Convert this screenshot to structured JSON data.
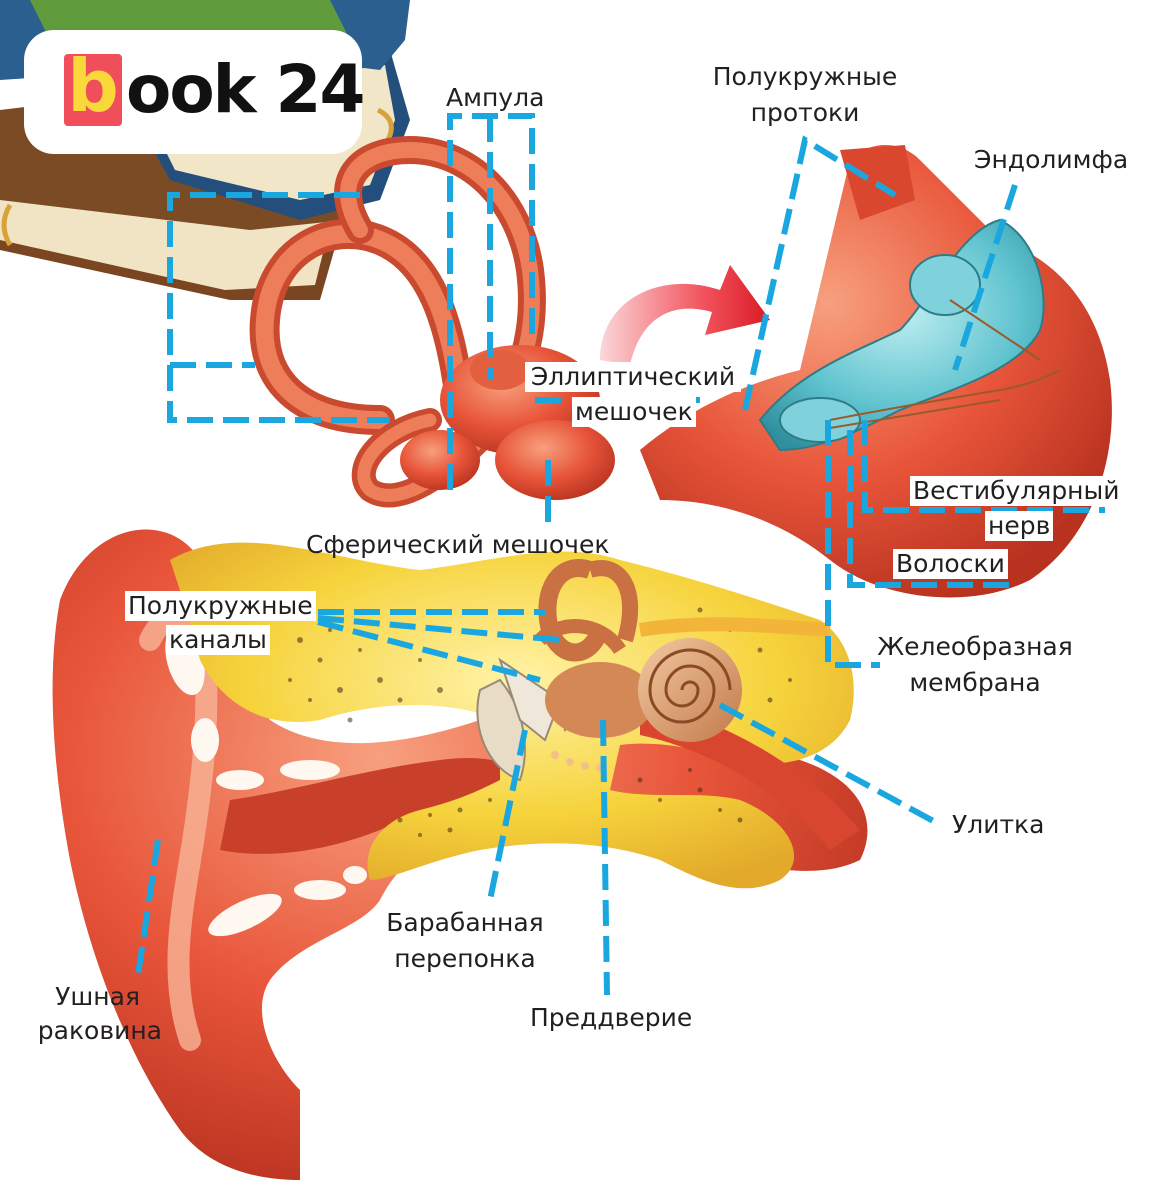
{
  "logo": {
    "letter": "b",
    "rest": "ook 24"
  },
  "labels": {
    "ampulla": "Ампула",
    "semicircular_ducts_1": "Полукружные",
    "semicircular_ducts_2": "протоки",
    "endolymph": "Эндолимфа",
    "utricle_1": "Эллиптический",
    "utricle_2": "мешочек",
    "saccule": "Сферический мешочек",
    "vestibular_nerve_1": "Вестибулярный",
    "vestibular_nerve_2": "нерв",
    "hairs": "Волоски",
    "semicircular_canals_1": "Полукружные",
    "semicircular_canals_2": "каналы",
    "gelatinous_membrane_1": "Желеобразная",
    "gelatinous_membrane_2": "мембрана",
    "cochlea": "Улитка",
    "eardrum_1": "Барабанная",
    "eardrum_2": "перепонка",
    "vestibule": "Преддверие",
    "auricle_1": "Ушная",
    "auricle_2": "раковина"
  },
  "colors": {
    "leader": "#1aa7e0",
    "flesh": "#e8553a",
    "bone": "#f6d33c",
    "endolymph": "#5fc3cf",
    "arrow": "#e8202c"
  }
}
